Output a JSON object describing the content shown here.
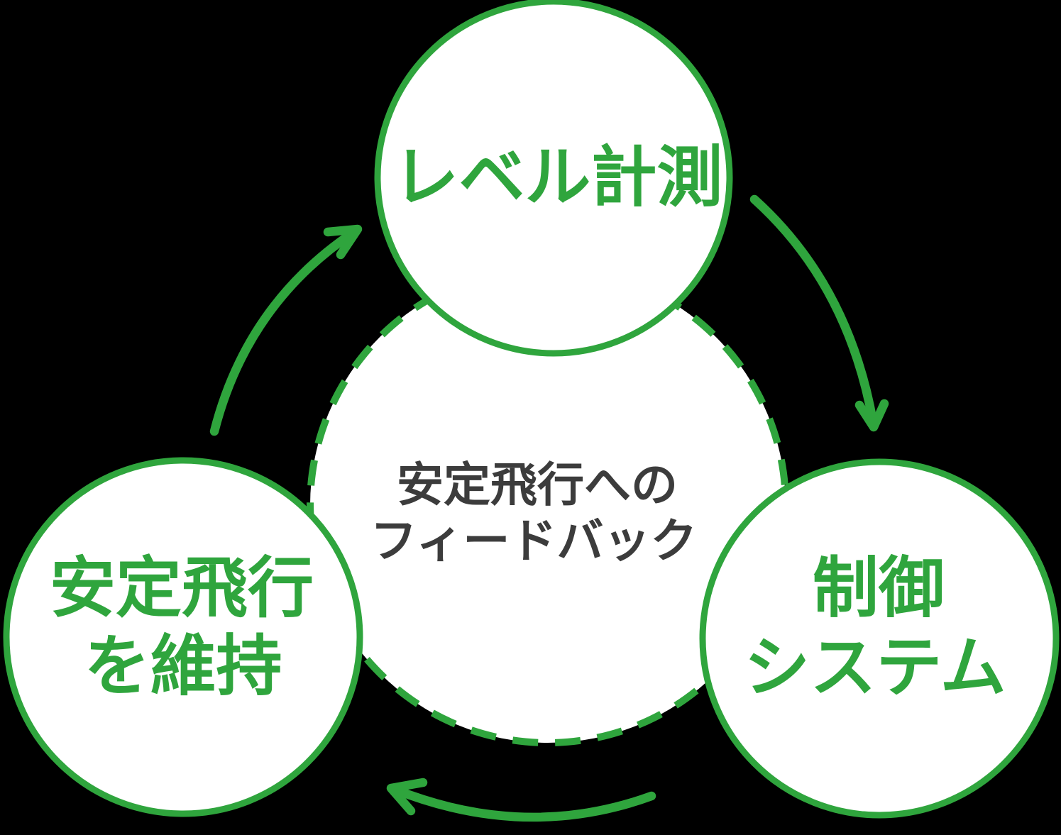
{
  "diagram": {
    "colors": {
      "accent_green": "#2FA53D",
      "center_text_gray": "#3C3C3C",
      "circle_fill": "#FFFFFF",
      "background": "#000000"
    },
    "center": {
      "line1": "安定飛行への",
      "line2": "フィードバック"
    },
    "nodes": {
      "top": {
        "label": "レベル計測"
      },
      "right": {
        "line1": "制御",
        "line2": "システム"
      },
      "left": {
        "line1": "安定飛行",
        "line2": "を維持"
      }
    }
  }
}
